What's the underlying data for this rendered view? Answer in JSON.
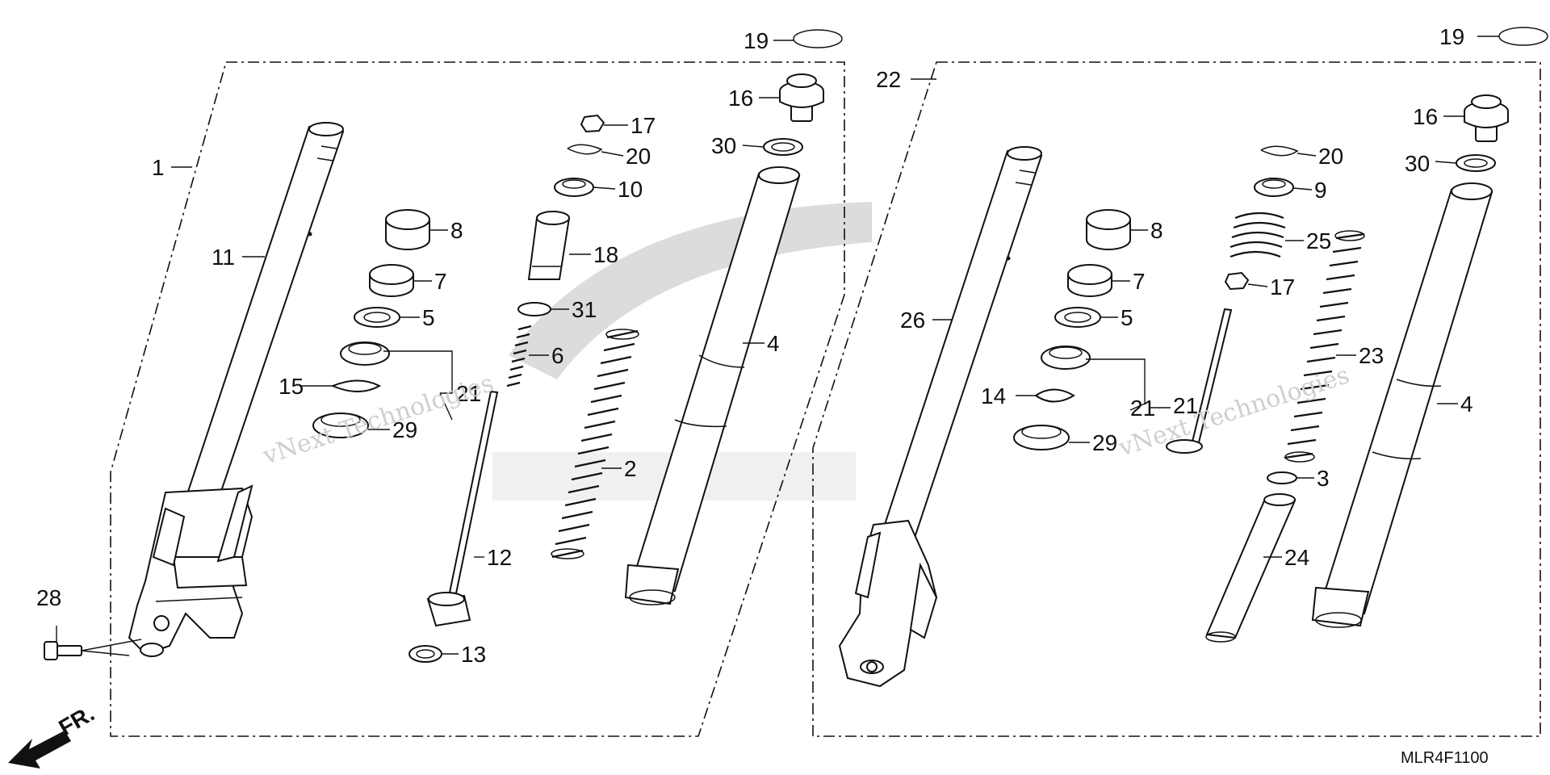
{
  "diagram": {
    "code": "MLR4F1100",
    "direction_label": "FR.",
    "watermarks": [
      "vNext Technologies",
      "vNext Technologies"
    ],
    "left_callouts": [
      {
        "id": "l1",
        "text": "1"
      },
      {
        "id": "l11",
        "text": "11"
      },
      {
        "id": "l8",
        "text": "8"
      },
      {
        "id": "l7",
        "text": "7"
      },
      {
        "id": "l5",
        "text": "5"
      },
      {
        "id": "l15",
        "text": "15"
      },
      {
        "id": "l21",
        "text": "21"
      },
      {
        "id": "l29",
        "text": "29"
      },
      {
        "id": "l28",
        "text": "28"
      },
      {
        "id": "l17",
        "text": "17"
      },
      {
        "id": "l20",
        "text": "20"
      },
      {
        "id": "l10",
        "text": "10"
      },
      {
        "id": "l18",
        "text": "18"
      },
      {
        "id": "l31",
        "text": "31"
      },
      {
        "id": "l6",
        "text": "6"
      },
      {
        "id": "l2",
        "text": "2"
      },
      {
        "id": "l12",
        "text": "12"
      },
      {
        "id": "l13",
        "text": "13"
      },
      {
        "id": "l19",
        "text": "19"
      },
      {
        "id": "l16",
        "text": "16"
      },
      {
        "id": "l30",
        "text": "30"
      },
      {
        "id": "l4",
        "text": "4"
      }
    ],
    "right_callouts": [
      {
        "id": "r22",
        "text": "22"
      },
      {
        "id": "r26",
        "text": "26"
      },
      {
        "id": "r8",
        "text": "8"
      },
      {
        "id": "r7",
        "text": "7"
      },
      {
        "id": "r5",
        "text": "5"
      },
      {
        "id": "r14",
        "text": "14"
      },
      {
        "id": "r21a",
        "text": "21"
      },
      {
        "id": "r21b",
        "text": "21"
      },
      {
        "id": "r29",
        "text": "29"
      },
      {
        "id": "r20",
        "text": "20"
      },
      {
        "id": "r9",
        "text": "9"
      },
      {
        "id": "r25",
        "text": "25"
      },
      {
        "id": "r17",
        "text": "17"
      },
      {
        "id": "r23",
        "text": "23"
      },
      {
        "id": "r3",
        "text": "3"
      },
      {
        "id": "r24",
        "text": "24"
      },
      {
        "id": "r19",
        "text": "19"
      },
      {
        "id": "r16",
        "text": "16"
      },
      {
        "id": "r30",
        "text": "30"
      },
      {
        "id": "r4",
        "text": "4"
      }
    ]
  }
}
